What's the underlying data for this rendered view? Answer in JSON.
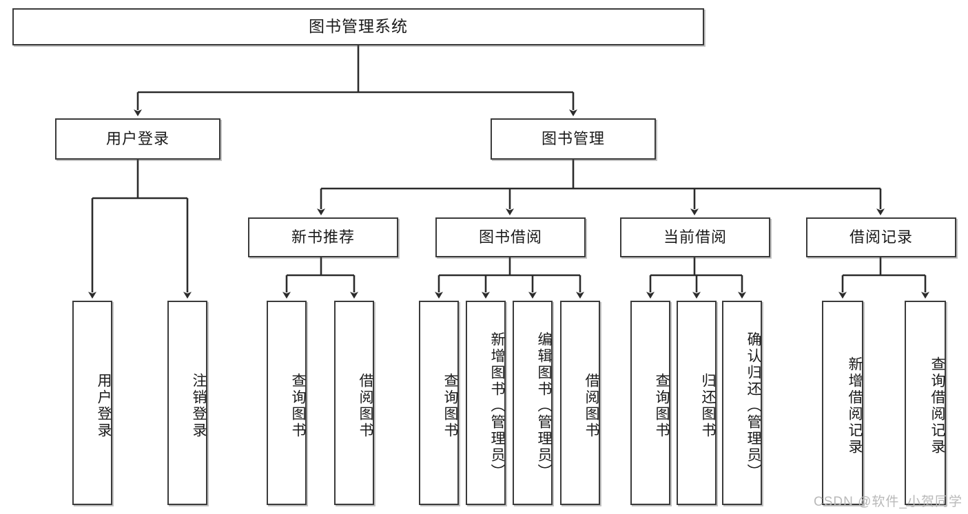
{
  "diagram": {
    "title_box": {
      "label": "图书管理系统"
    },
    "level2": [
      {
        "label": "用户登录"
      },
      {
        "label": "图书管理"
      }
    ],
    "level3": [
      {
        "label": "新书推荐"
      },
      {
        "label": "图书借阅"
      },
      {
        "label": "当前借阅"
      },
      {
        "label": "借阅记录"
      }
    ],
    "leaves": [
      {
        "label": "用户登录"
      },
      {
        "label": "注销登录"
      },
      {
        "label": "查询图书"
      },
      {
        "label": "借阅图书"
      },
      {
        "label": "查询图书"
      },
      {
        "label": "新增图书（管理员）"
      },
      {
        "label": "编辑图书（管理员）"
      },
      {
        "label": "借阅图书"
      },
      {
        "label": "查询图书"
      },
      {
        "label": "归还图书"
      },
      {
        "label": "确认归还（管理员）"
      },
      {
        "label": "新增借阅记录"
      },
      {
        "label": "查询借阅记录"
      }
    ],
    "watermark": "CSDN @软件_小贺同学",
    "colors": {
      "border": "#3a3a3a",
      "text": "#1a1a1a",
      "background": "#ffffff",
      "watermark": "#b9b9b9"
    }
  }
}
